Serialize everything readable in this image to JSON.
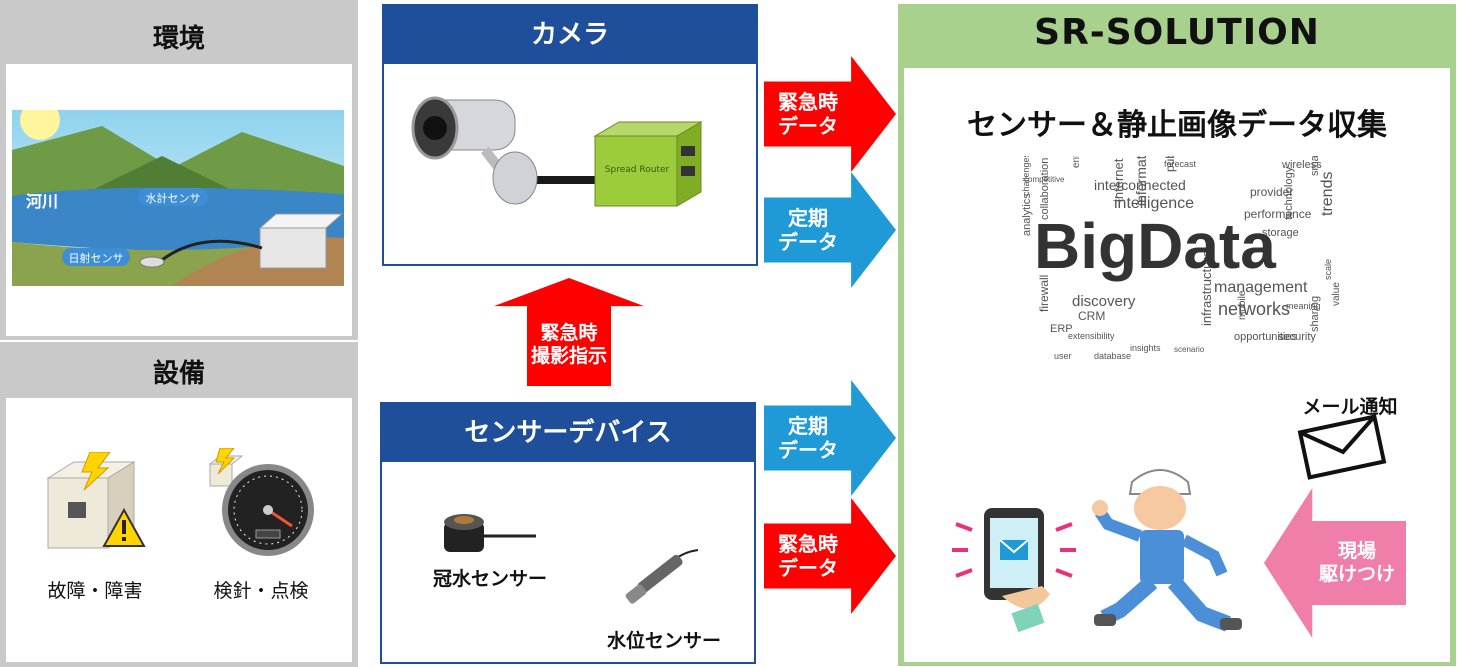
{
  "left": {
    "env_title": "環境",
    "env_labels": {
      "river": "河川",
      "water_sensor": "水計センサ",
      "solar_sensor": "日射センサ"
    },
    "equipment_title": "設備",
    "fault_label": "故障・障害",
    "inspection_label": "検針・点検"
  },
  "camera": {
    "title": "カメラ",
    "router_text": "Spread Router"
  },
  "camera_command": "緊急時\n撮影指示",
  "sensor_device": {
    "title": "センサーデバイス",
    "flood_label": "冠水センサー",
    "water_level_label": "水位センサー"
  },
  "arrows": {
    "emergency_data": "緊急時\nデータ",
    "regular_data": "定期\nデータ",
    "field_dispatch": "現場\n駆けつけ"
  },
  "colors": {
    "red": "#ff0000",
    "blue": "#1f9ad6",
    "pink": "#ef7fa8",
    "green": "#a9d18e",
    "navy": "#1f4e9a"
  },
  "solution": {
    "title": "SR-SOLUTION",
    "subtitle": "センサー＆静止画像データ収集",
    "mail_label": "メール通知",
    "cloud": {
      "big": "Big",
      "data": "Data",
      "words": [
        "wireless",
        "interconnected",
        "intelligence",
        "provider",
        "smart",
        "performance",
        "technology",
        "storage",
        "trends",
        "information",
        "internet",
        "enterprise",
        "public",
        "management",
        "networks",
        "discovery",
        "firewall",
        "CRM",
        "ERP",
        "extensibility",
        "infrastructure",
        "opportunities",
        "mobile",
        "security",
        "sharing",
        "meaning",
        "value",
        "analytics",
        "collaboration",
        "challenges",
        "insights",
        "scenario",
        "database",
        "user",
        "scale",
        "forecast",
        "competitive"
      ]
    }
  }
}
